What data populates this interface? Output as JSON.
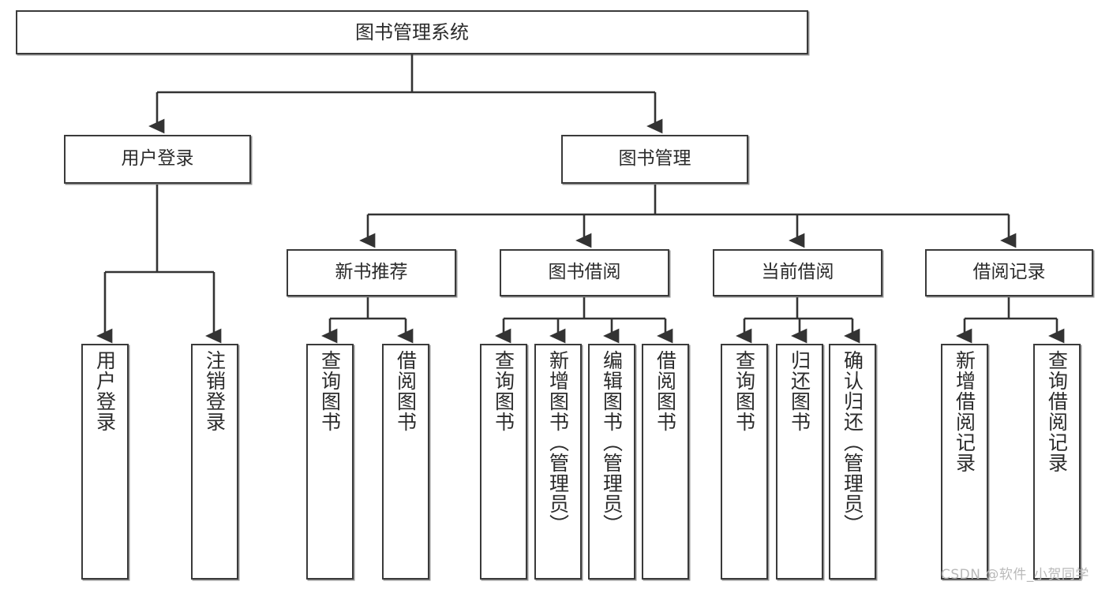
{
  "diagram": {
    "title": "图书管理系统",
    "type": "tree-hierarchy",
    "orientation": "top-down",
    "colors": {
      "node_border": "#3a3a3a",
      "node_fill": "#ffffff",
      "edge": "#333333",
      "text": "#2b2b2b",
      "watermark": "#b9b9b9",
      "background": "#ffffff"
    },
    "nodes": {
      "root": {
        "label": "图书管理系统"
      },
      "level2": [
        {
          "id": "user-login",
          "label": "用户登录"
        },
        {
          "id": "book-manage",
          "label": "图书管理"
        }
      ],
      "level3": [
        {
          "id": "new-book-recommend",
          "label": "新书推荐"
        },
        {
          "id": "book-borrow",
          "label": "图书借阅"
        },
        {
          "id": "current-borrow",
          "label": "当前借阅"
        },
        {
          "id": "borrow-record",
          "label": "借阅记录"
        }
      ],
      "leaves": {
        "user_login": [
          {
            "id": "leaf-user-login",
            "label": "用户登录"
          },
          {
            "id": "leaf-logout-login",
            "label": "注销登录"
          }
        ],
        "new_book_recommend": [
          {
            "id": "leaf-query-book-1",
            "label": "查询图书"
          },
          {
            "id": "leaf-borrow-book-1",
            "label": "借阅图书"
          }
        ],
        "book_borrow": [
          {
            "id": "leaf-query-book-2",
            "label": "查询图书"
          },
          {
            "id": "leaf-add-book",
            "label": "新增图书（管理员）"
          },
          {
            "id": "leaf-edit-book",
            "label": "编辑图书（管理员）"
          },
          {
            "id": "leaf-borrow-book-2",
            "label": "借阅图书"
          }
        ],
        "current_borrow": [
          {
            "id": "leaf-query-book-3",
            "label": "查询图书"
          },
          {
            "id": "leaf-return-book",
            "label": "归还图书"
          },
          {
            "id": "leaf-confirm-return",
            "label": "确认归还（管理员）"
          }
        ],
        "borrow_record": [
          {
            "id": "leaf-add-record",
            "label": "新增借阅记录"
          },
          {
            "id": "leaf-query-record",
            "label": "查询借阅记录"
          }
        ]
      }
    },
    "watermark": "CSDN @软件_小贺同学"
  }
}
